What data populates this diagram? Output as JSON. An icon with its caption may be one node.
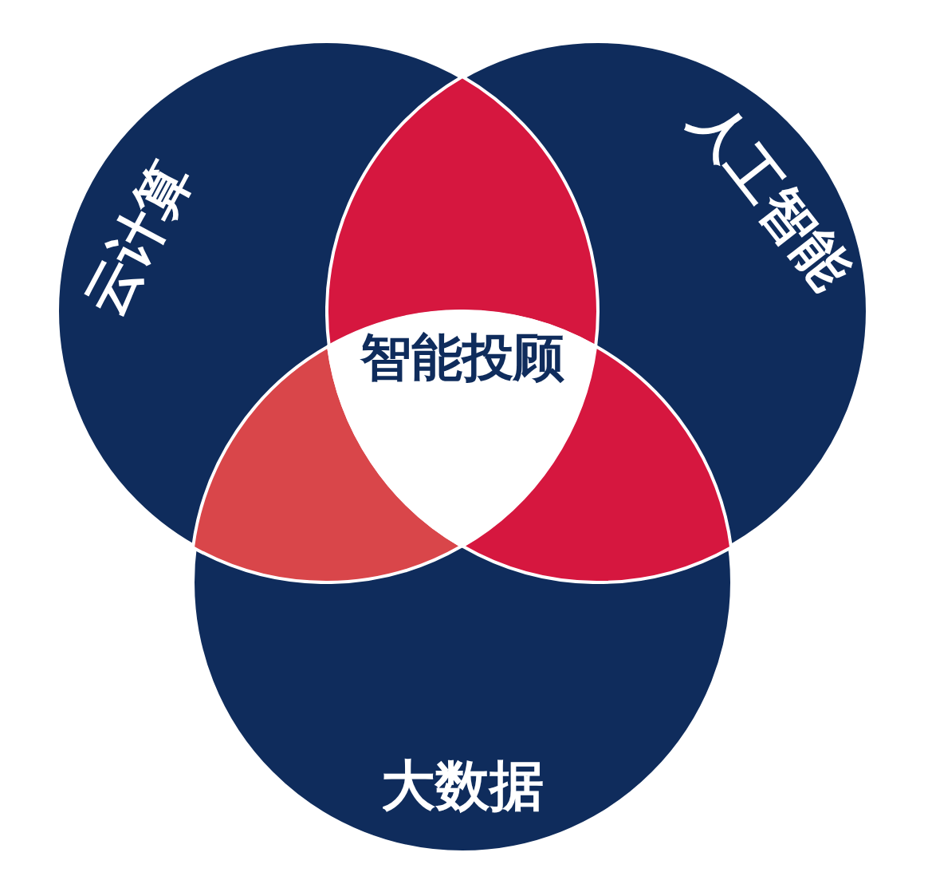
{
  "diagram": {
    "nodes": [
      {
        "text": [
          "云计算"
        ]
      },
      {
        "text": [
          "人工智能"
        ]
      },
      {
        "text": [
          "大数据"
        ]
      },
      {
        "text": [
          "智能投顾"
        ]
      },
      {
        "text": [],
        "shape": "lens"
      },
      {
        "text": [],
        "shape": "lens"
      },
      {
        "text": [],
        "shape": "lens"
      }
    ]
  }
}
